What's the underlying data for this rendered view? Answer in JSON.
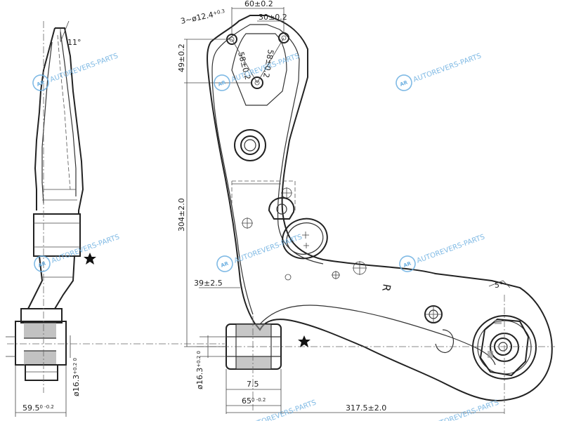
{
  "dimensions": {
    "holes": "3~ø12.4",
    "holes_tol": "+0.3",
    "width_top": "60±0.2",
    "width_hole": "30±0.2",
    "vert_49": "49±0.2",
    "pitch_58": "58±0.2",
    "pitch_58b": "58±0.2",
    "vert_304": "304±2.0",
    "offset_39": "39±2.5",
    "bore_left": "ø16.3",
    "bore_left_tol": "+0.2 0",
    "bore_mid": "ø16.3",
    "bore_mid_tol": "+0.2 0",
    "width_75": "7.5",
    "width_65": "65",
    "width_65_tol": "0 -0.2",
    "length_317": "317.5±2.0",
    "width_595": "59.5",
    "width_595_tol": "0 -0.2",
    "angle_11": "11°",
    "angle_5": "5°"
  },
  "marks": {
    "side": "R"
  },
  "watermark": {
    "text": "AUTOREVERS-PARTS",
    "icon": "AR"
  },
  "colors": {
    "line": "#222222",
    "watermark": "#6aaee0"
  }
}
